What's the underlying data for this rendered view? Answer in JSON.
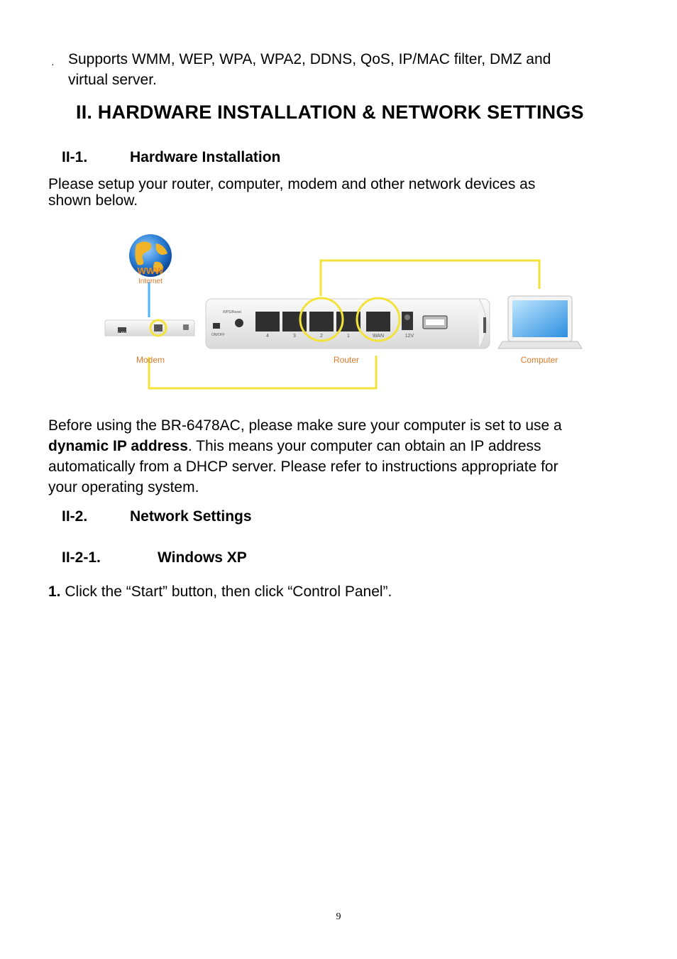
{
  "bullet_symbol": "·",
  "bullet_text_line1": "Supports WMM, WEP, WPA, WPA2, DDNS, QoS, IP/MAC filter, DMZ and",
  "bullet_text_line2": "virtual server.",
  "section_title": "II.  HARDWARE INSTALLATION & NETWORK SETTINGS",
  "subsections": {
    "s1_num": "II-1.",
    "s1_title": "Hardware Installation",
    "s2_num": "II-2.",
    "s2_title": "Network Settings",
    "s3_num": "II-2-1.",
    "s3_title": "Windows XP"
  },
  "intro_line1": "Please setup your router, computer, modem and other network devices as",
  "intro_line2": "shown below.",
  "diagram": {
    "internet_label": "Internet",
    "www_label": "WWW",
    "modem_label": "Modem",
    "router_label": "Router",
    "computer_label": "Computer",
    "modem_port_label": "LAN",
    "port_labels": [
      "4",
      "3",
      "2",
      "1",
      "WAN",
      "12V"
    ],
    "switch_label": "ON/OFF",
    "wps_label": "WPS/Reset",
    "line_color": "#f2e23a"
  },
  "para2": {
    "line1": "Before using the BR-6478AC, please make sure your computer is set to use a",
    "bold": "dynamic IP address",
    "line2_rest": ". This means your computer can obtain an IP address",
    "line3": "automatically from a DHCP server. Please refer to instructions appropriate for",
    "line4": "your operating system."
  },
  "step1": {
    "num": "1.",
    "text": "Click the “Start” button, then click “Control Panel”."
  },
  "page_number": "9"
}
